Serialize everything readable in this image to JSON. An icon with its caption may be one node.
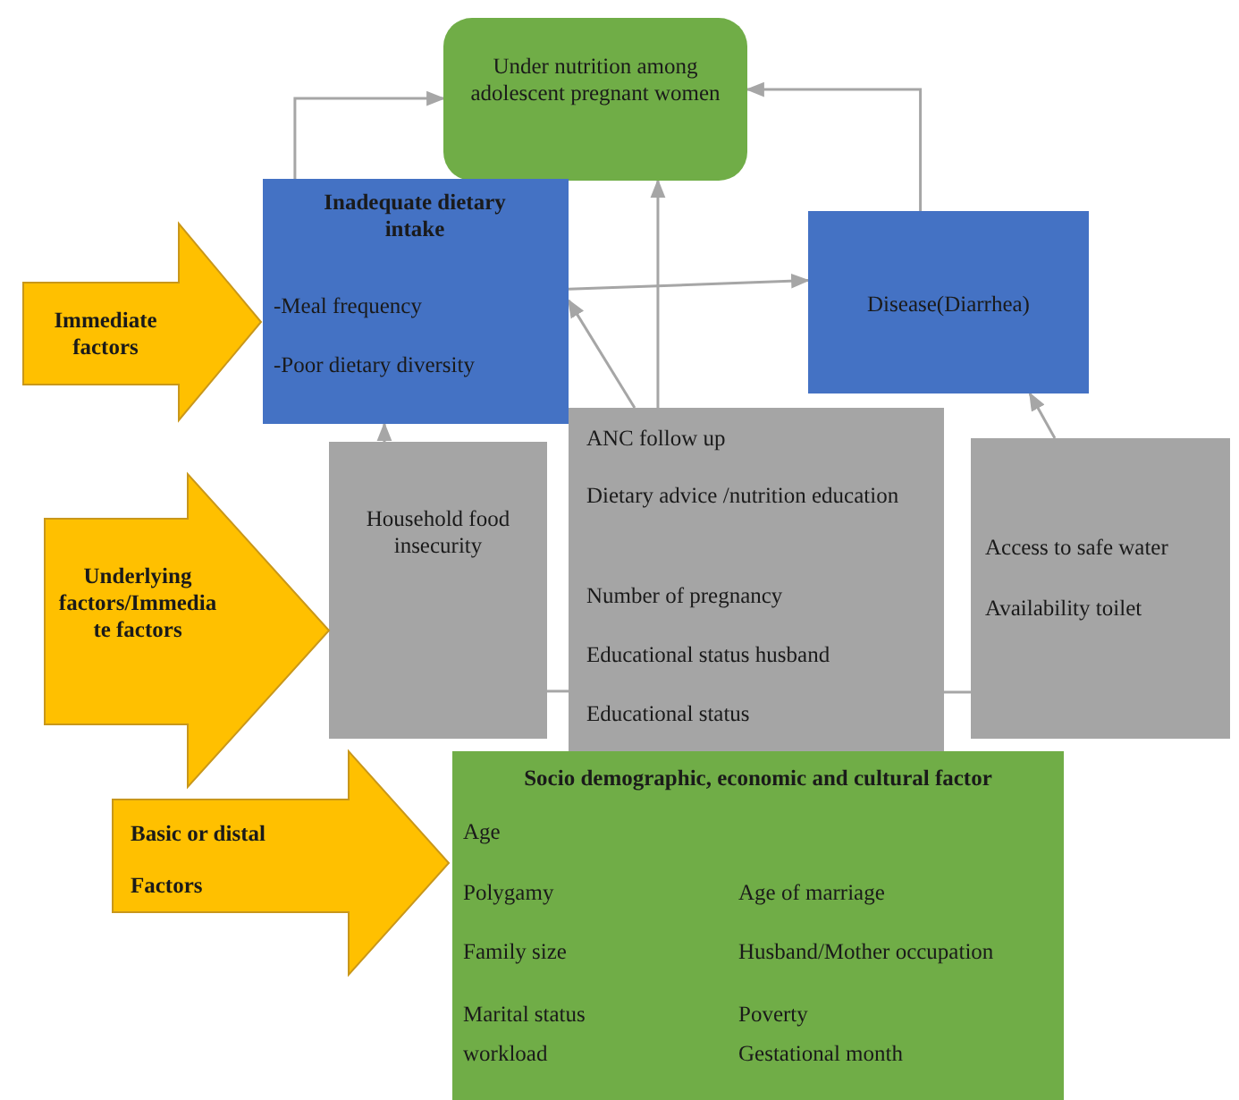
{
  "diagram": {
    "nodes": [
      {
        "text": [
          "Under nutrition among adolescent pregnant women"
        ]
      },
      {
        "text": [
          "Inadequate dietary intake",
          "-Meal frequency",
          "-Poor dietary diversity"
        ]
      },
      {
        "text": [
          "Disease(Diarrhea)"
        ]
      },
      {
        "text": [
          "Immediate factors"
        ]
      },
      {
        "text": [
          "Household food insecurity"
        ]
      },
      {
        "text": [
          "ANC follow up",
          "Dietary advice /nutrition education",
          "Number of pregnancy",
          "Educational status husband",
          "Educational status"
        ]
      },
      {
        "text": [
          "Access to safe water",
          "Availability toilet"
        ]
      },
      {
        "text": [
          "Underlying factors/Immedia te factors"
        ]
      },
      {
        "text": [
          "Socio demographic, economic and cultural factor",
          "Age",
          "Polygamy",
          "Age of marriage",
          "Family size",
          "Husband/Mother occupation",
          "Marital status",
          "Poverty",
          "workload",
          "Gestational month"
        ]
      },
      {
        "text": [
          "Basic or distal Factors"
        ]
      }
    ],
    "edges": [
      {
        "from": 1,
        "to": 0,
        "arrow": "to"
      },
      {
        "from": 2,
        "to": 0,
        "arrow": "to"
      },
      {
        "from": 5,
        "to": 0,
        "arrow": "to"
      },
      {
        "from": 1,
        "to": 2,
        "arrow": "to"
      },
      {
        "from": 5,
        "to": 1,
        "arrow": "to"
      },
      {
        "from": 4,
        "to": 1,
        "arrow": "to"
      },
      {
        "from": 6,
        "to": 2,
        "arrow": "to"
      },
      {
        "from": 4,
        "to": 5,
        "arrow": "none"
      },
      {
        "from": 5,
        "to": 6,
        "arrow": "none"
      }
    ]
  }
}
